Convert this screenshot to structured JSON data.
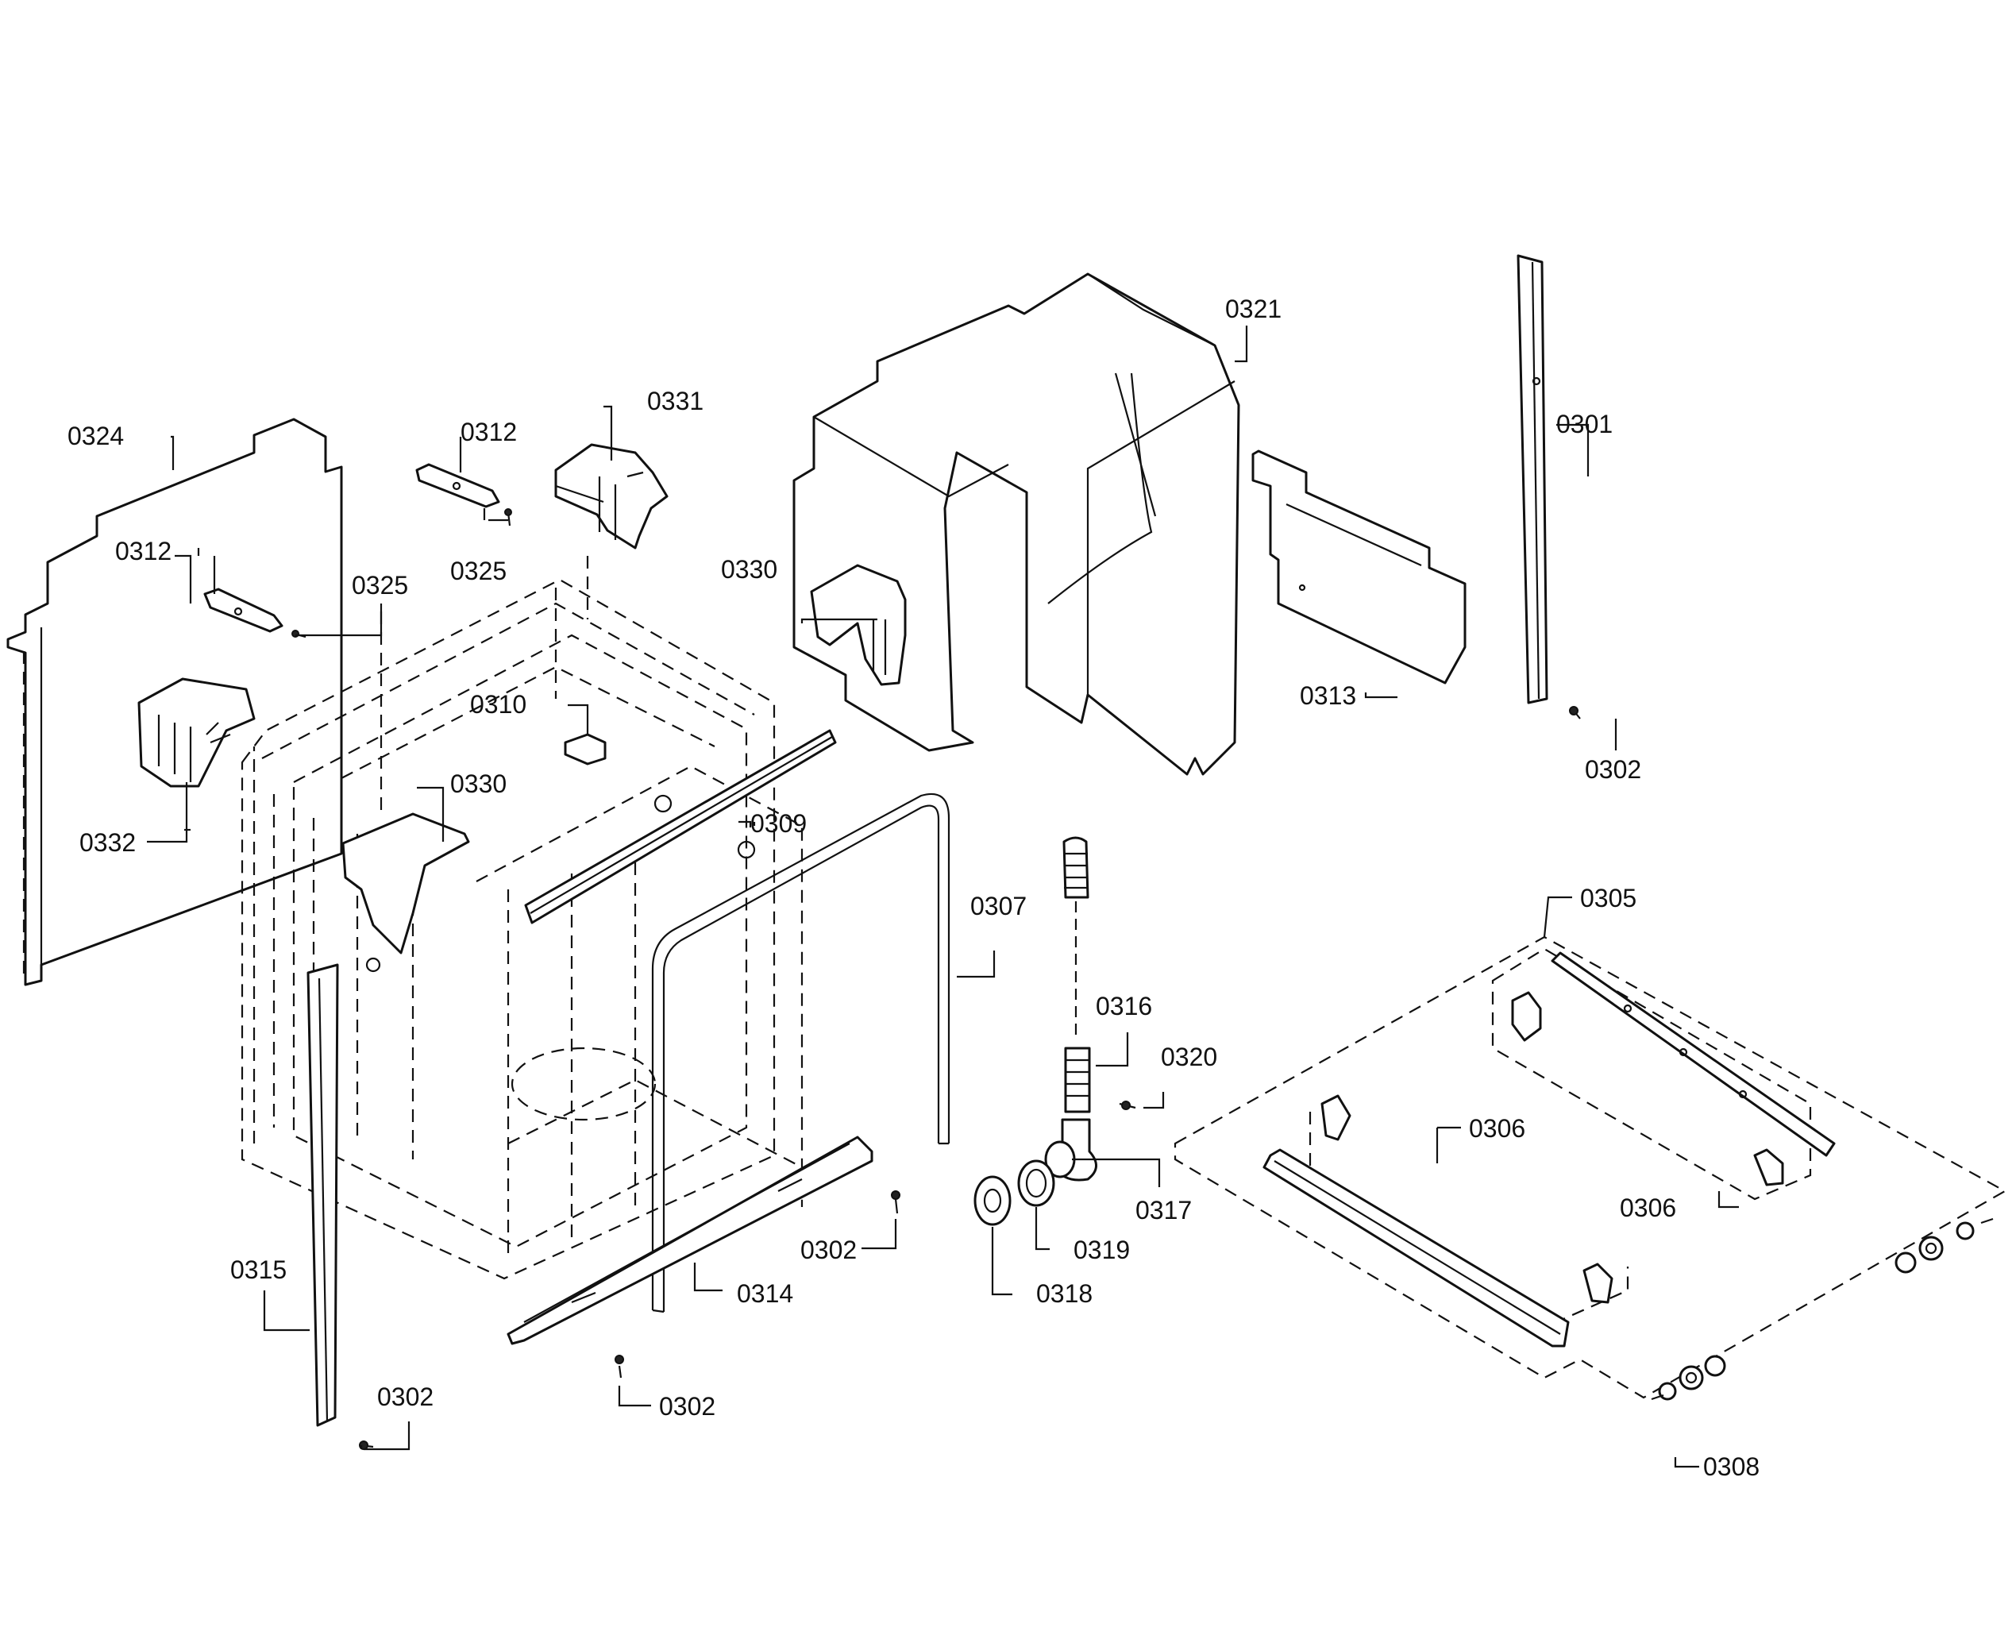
{
  "diagram": {
    "labels": {
      "p0301": "0301",
      "p0302_right": "0302",
      "p0302_a": "0302",
      "p0302_b": "0302",
      "p0302_c": "0302",
      "p0305": "0305",
      "p0306_a": "0306",
      "p0306_b": "0306",
      "p0307": "0307",
      "p0308": "0308",
      "p0309": "0309",
      "p0310": "0310",
      "p0312_a": "0312",
      "p0312_b": "0312",
      "p0313": "0313",
      "p0314": "0314",
      "p0315": "0315",
      "p0316": "0316",
      "p0317": "0317",
      "p0318": "0318",
      "p0319": "0319",
      "p0320": "0320",
      "p0321": "0321",
      "p0324": "0324",
      "p0325_a": "0325",
      "p0325_b": "0325",
      "p0330_a": "0330",
      "p0330_b": "0330",
      "p0331": "0331",
      "p0332": "0332"
    }
  }
}
